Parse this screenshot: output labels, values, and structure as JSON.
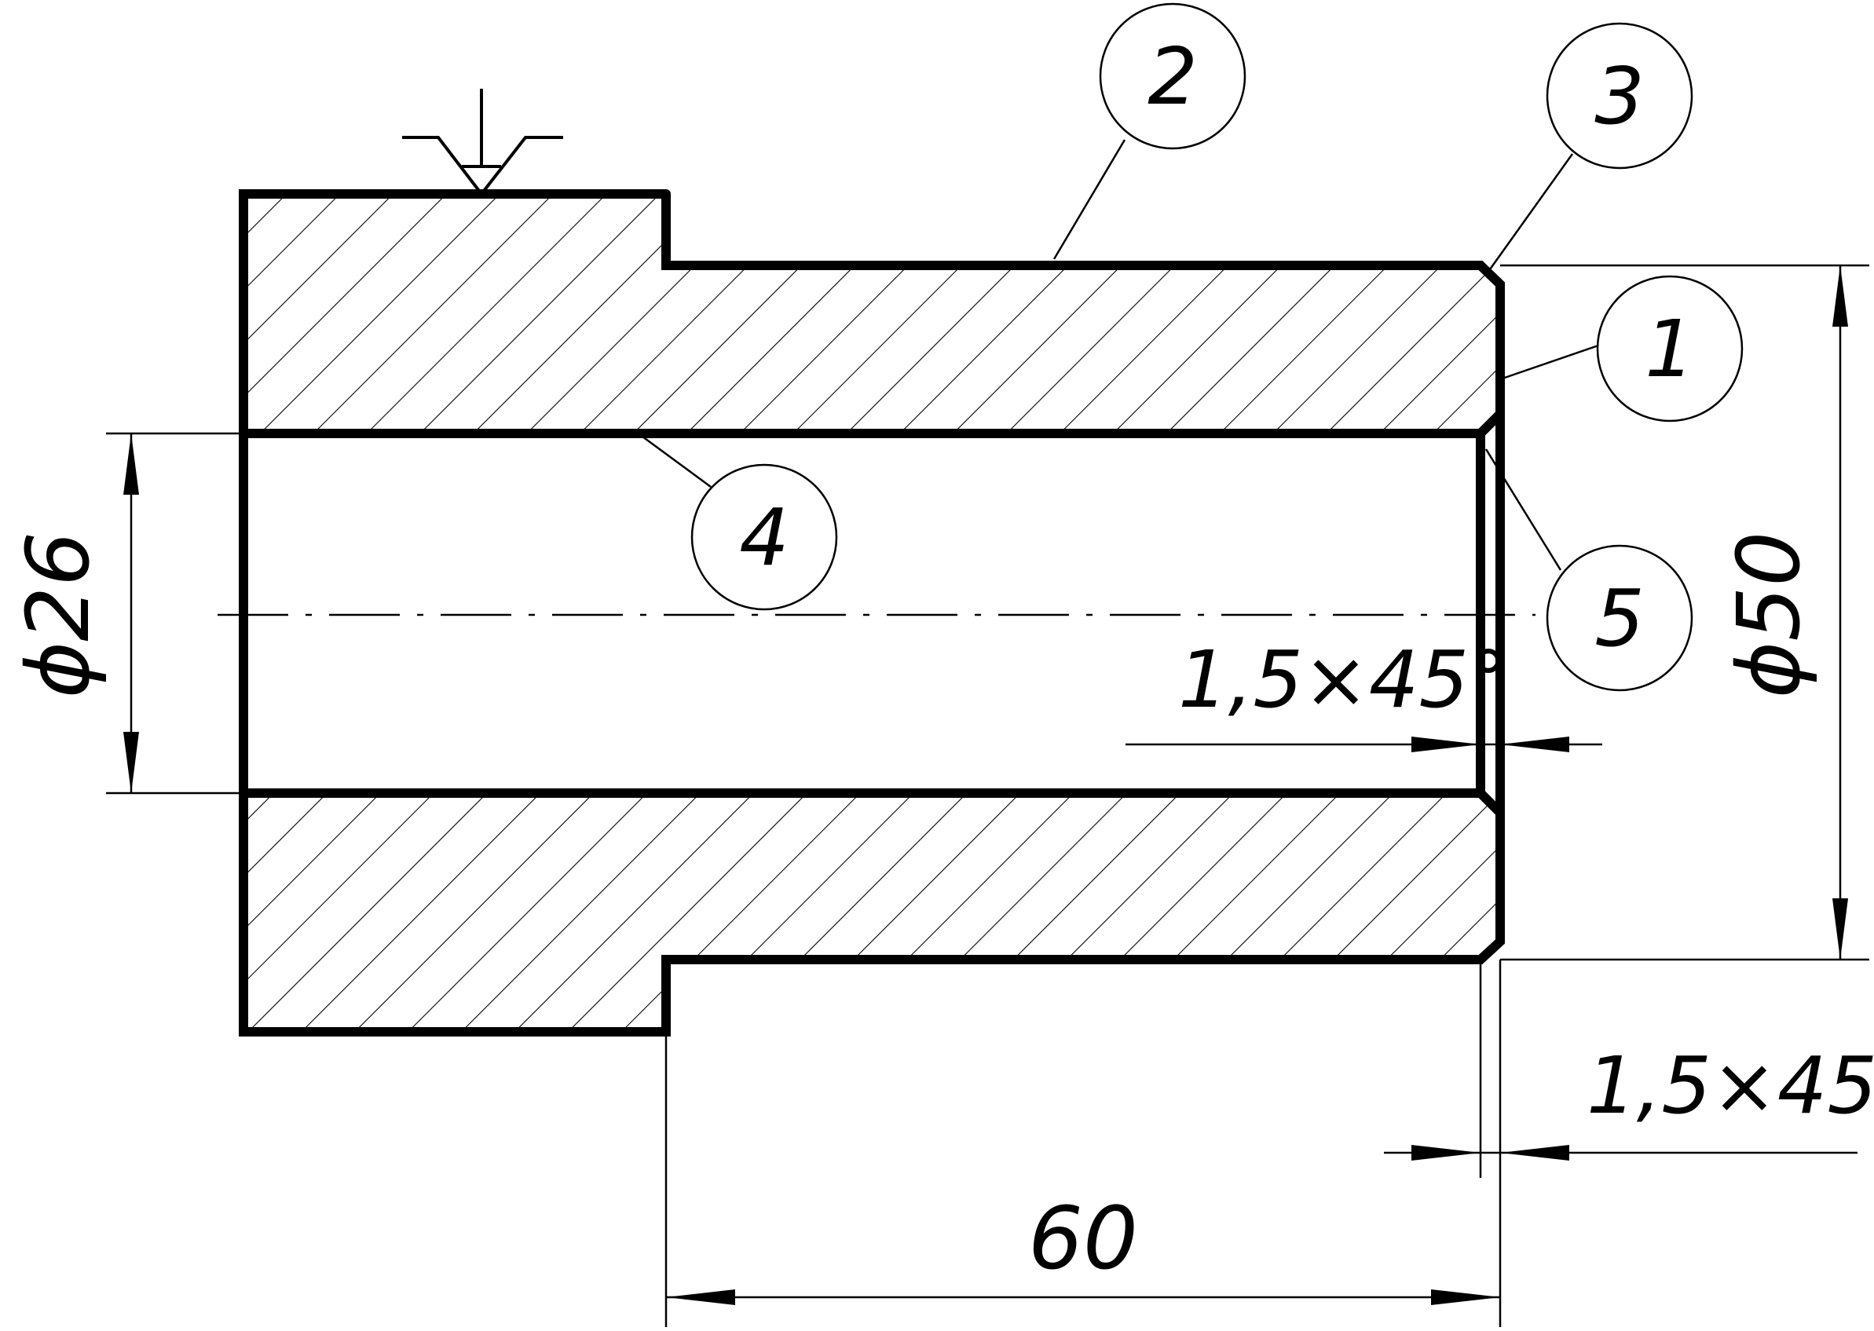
{
  "dimensions": {
    "inner_diameter": "ϕ26",
    "outer_diameter": "ϕ50",
    "length": "60",
    "inner_chamfer": "1,5×45°",
    "outer_chamfer": "1,5×45°"
  },
  "callouts": [
    "2",
    "3",
    "1",
    "4",
    "5"
  ],
  "symbols": {
    "roughness": "surface-roughness-symbol"
  }
}
